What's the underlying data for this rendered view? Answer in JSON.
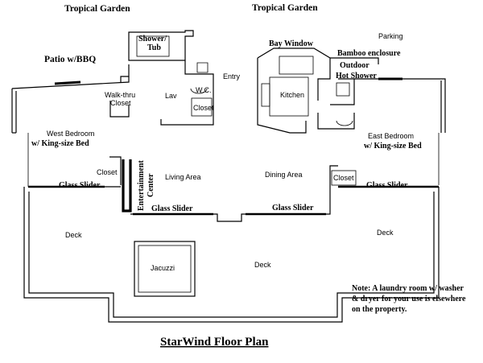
{
  "title": "StarWind Floor Plan",
  "labels": {
    "tropical_garden_left": "Tropical Garden",
    "tropical_garden_right": "Tropical Garden",
    "patio": "Patio w/BBQ",
    "shower_tub_1": "Shower/",
    "shower_tub_2": "Tub",
    "bay_window": "Bay Window",
    "bamboo": "Bamboo enclosure",
    "parking": "Parking",
    "outdoor_1": "Outdoor",
    "outdoor_2": "Hot Shower",
    "entry": "Entry",
    "kitchen": "Kitchen",
    "walkthru_1": "Walk-thru",
    "walkthru_2": "Closet",
    "lav": "Lav",
    "wc": "W.C.",
    "closet_bath": "Closet",
    "west_bedroom_1": "West Bedroom",
    "west_bedroom_2": "w/ King-size Bed",
    "east_bedroom_1": "East Bedroom",
    "east_bedroom_2": "w/ King-size Bed",
    "closet_left": "Closet",
    "closet_right": "Closet",
    "entertainment_1": "Entertainment",
    "entertainment_2": "Center",
    "living_area": "Living Area",
    "dining_area": "Dining Area",
    "glass_slider_w": "Glass Slider",
    "glass_slider_e": "Glass Slider",
    "glass_slider_l": "Glass Slider",
    "glass_slider_r": "Glass Slider",
    "deck_left": "Deck",
    "deck_center": "Deck",
    "deck_right": "Deck",
    "jacuzzi": "Jacuzzi",
    "note_1": "Note: A laundry room w/ washer",
    "note_2": "& dryer for your use is elsewhere",
    "note_3": "on the property."
  }
}
